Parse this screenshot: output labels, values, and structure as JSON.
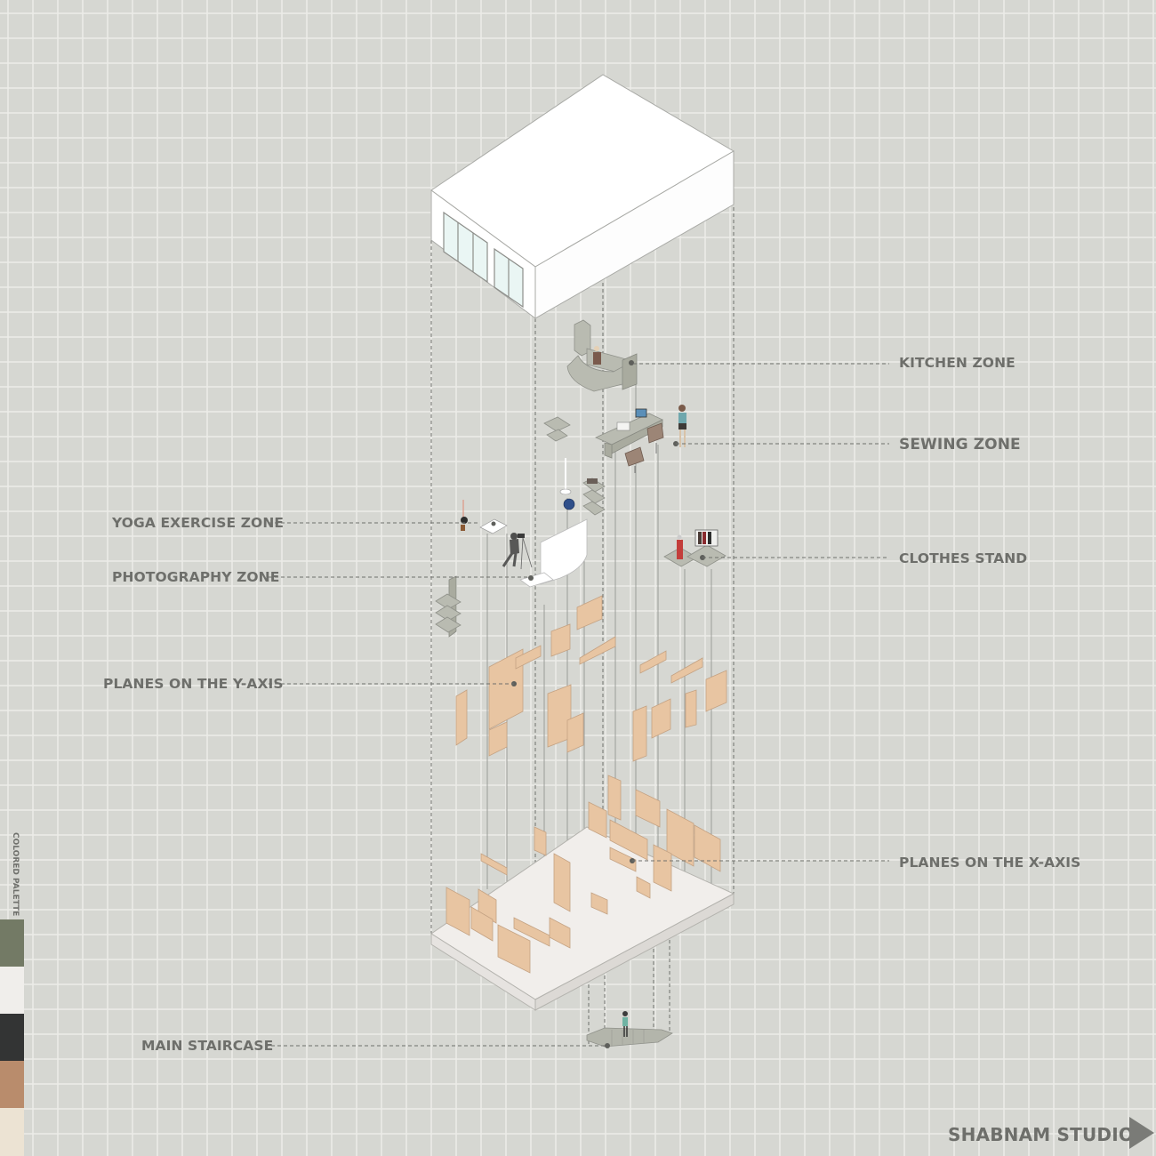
{
  "labels": {
    "kitchen_zone": "KITCHEN ZONE",
    "sewing_zone": "SEWING ZONE",
    "yoga_exercise_zone": "YOGA EXERCISE ZONE",
    "photography_zone": "PHOTOGRAPHY ZONE",
    "clothes_stand": "CLOTHES STAND",
    "planes_y_axis": "PLANES ON THE Y-AXIS",
    "planes_x_axis": "PLANES ON THE X-AXIS",
    "main_staircase": "MAIN STAIRCASE"
  },
  "palette": {
    "title": "COLORED PALETTE",
    "colors": [
      "#737a65",
      "#f0eeeb",
      "#333434",
      "#b98c6c",
      "#ece3d3"
    ]
  },
  "brand": {
    "name": "SHABNAM STUDIO",
    "arrow_icon": "play-triangle-icon"
  },
  "colors": {
    "background": "#d6d7d2",
    "grid": "#e6e6e2",
    "label_text": "#6e6f6b",
    "plane_fill": "#e8c5a2",
    "plane_stroke": "#c9a889",
    "furniture": "#b8bab0",
    "volume_white": "#ffffff",
    "floor_plate": "#f1eeeb",
    "leader_line": "#7d7e7a"
  }
}
